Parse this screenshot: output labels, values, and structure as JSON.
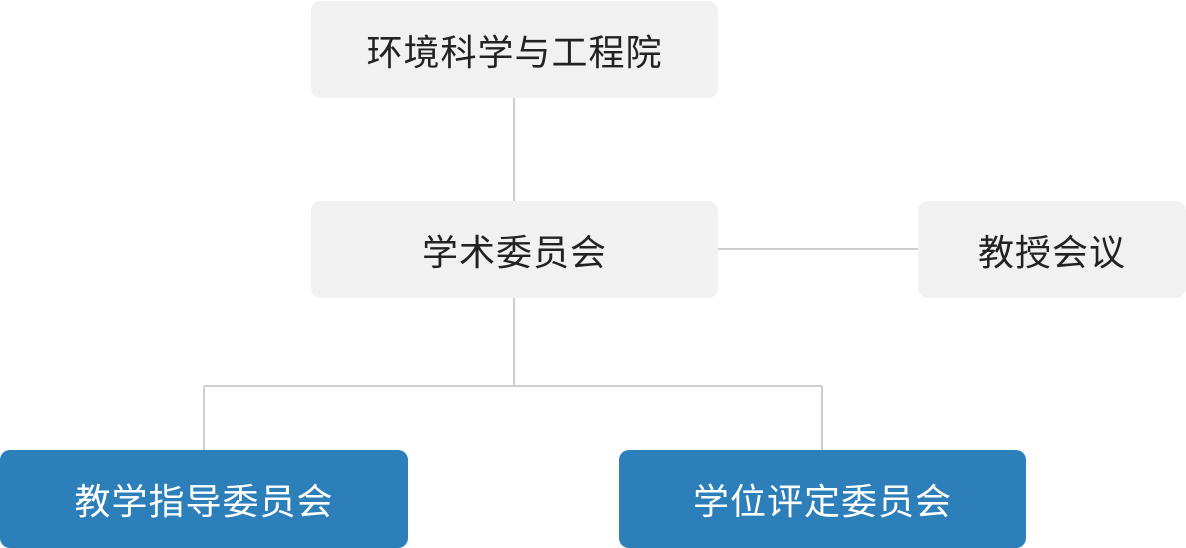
{
  "diagram": {
    "colors": {
      "node_light": "#f1f1f1",
      "node_accent": "#2d7fba",
      "line": "#cfcfcf",
      "text_dark": "#222222",
      "text_light": "#ffffff"
    },
    "nodes": {
      "root": "环境科学与工程院",
      "academic_committee": "学术委员会",
      "professors_meeting": "教授会议",
      "teaching_committee": "教学指导委员会",
      "degree_committee": "学位评定委员会"
    },
    "edges": [
      [
        "root",
        "academic_committee"
      ],
      [
        "academic_committee",
        "professors_meeting"
      ],
      [
        "academic_committee",
        "teaching_committee"
      ],
      [
        "academic_committee",
        "degree_committee"
      ]
    ]
  }
}
